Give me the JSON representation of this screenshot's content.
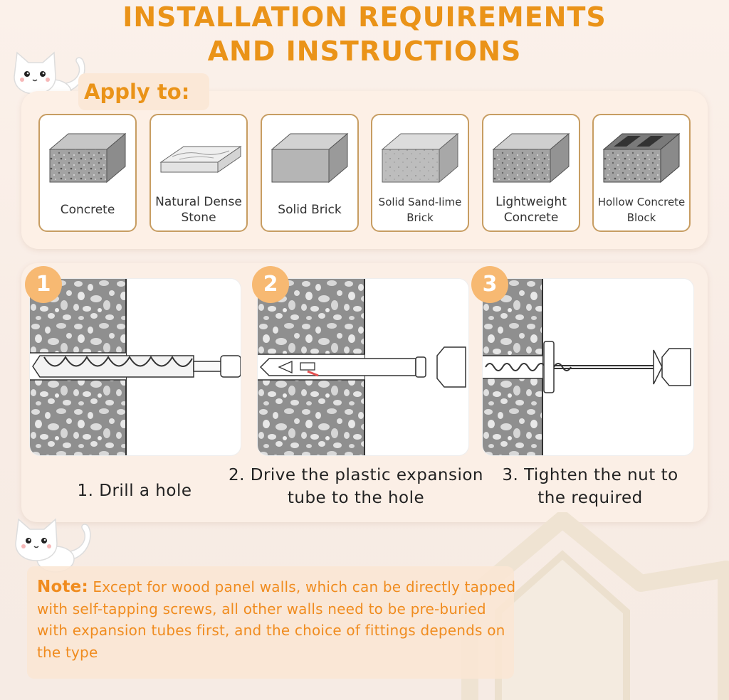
{
  "title": {
    "line1": "INSTALLATION REQUIREMENTS",
    "line2": "AND INSTRUCTIONS"
  },
  "apply": {
    "label": "Apply to:",
    "materials": [
      {
        "name": "Concrete",
        "icon": "concrete-block-icon"
      },
      {
        "name": "Natural Dense Stone",
        "icon": "stone-slab-icon"
      },
      {
        "name": "Solid Brick",
        "icon": "solid-brick-icon"
      },
      {
        "name": "Solid Sand-lime Brick",
        "icon": "sand-lime-brick-icon"
      },
      {
        "name": "Lightweight Concrete",
        "icon": "lightweight-concrete-icon"
      },
      {
        "name": "Hollow Concrete Block",
        "icon": "hollow-block-icon"
      }
    ]
  },
  "steps": [
    {
      "number": "1",
      "caption": "1. Drill a hole"
    },
    {
      "number": "2",
      "caption": "2. Drive the plastic expansion tube to the hole"
    },
    {
      "number": "3",
      "caption": "3. Tighten the nut to the required"
    }
  ],
  "note": {
    "head": "Note:",
    "body": "Except for wood panel walls, which can be directly tapped with self-tapping screws, all other walls need to be pre-buried with expansion tubes first, and the choice of fittings depends on the type"
  },
  "colors": {
    "accent": "#ea9318",
    "badge": "#f7b972",
    "card_border": "#c79d62"
  }
}
